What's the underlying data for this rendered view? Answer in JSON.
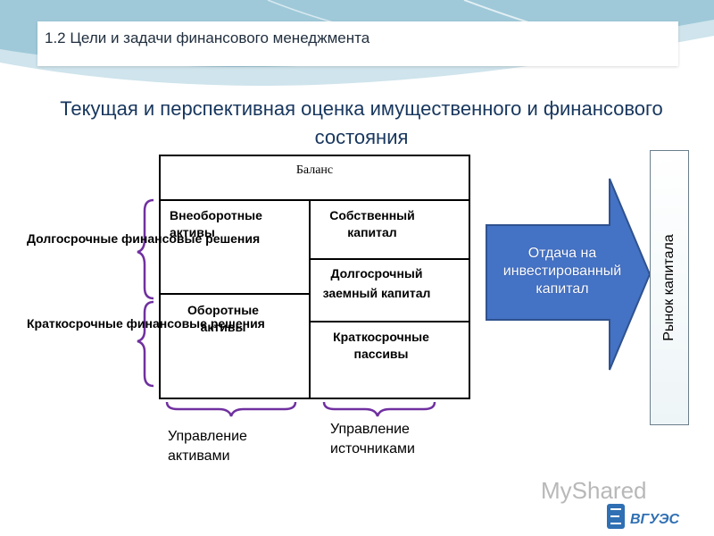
{
  "header": {
    "subtitle": "1.2 Цели и задачи финансового менеджмента"
  },
  "title": "Текущая и перспективная оценка имущественного и финансового состояния",
  "balance": {
    "header": "Баланс",
    "non_current_assets": "Внеоборотные активы",
    "current_assets": "Оборотные активы",
    "equity": "Собственный капитал",
    "long_term_debt": "Долгосрочный заемный капитал",
    "short_term_liabilities": "Краткосрочные пассивы"
  },
  "left_labels": {
    "long_term": "Долгосрочные финансовые решения",
    "short_term": "Краткосрочные финансовые решения"
  },
  "bottom_labels": {
    "assets": "Управление активами",
    "sources": "Управление источниками"
  },
  "arrow": {
    "label": "Отдача на инвестированный капитал"
  },
  "market": {
    "label": "Рынок капитала"
  },
  "watermark": {
    "text": "MyShared",
    "logo_text": "ВГУЭС"
  },
  "colors": {
    "accent": "#4472c4",
    "arrow_border": "#2f528f",
    "brace": "#7030a0",
    "title": "#17365d",
    "wave": "#9fc9d9"
  }
}
